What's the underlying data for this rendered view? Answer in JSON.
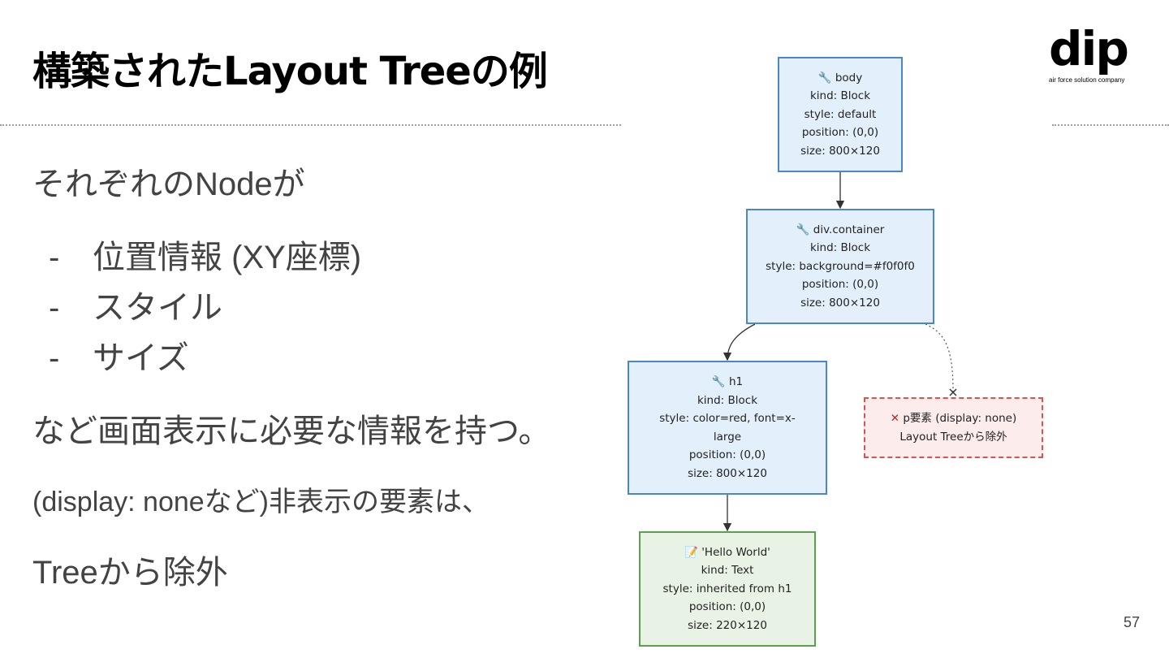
{
  "title": "構築されたLayout Treeの例",
  "logo": {
    "mark": "dip",
    "tagline": "air force solution company"
  },
  "content": {
    "intro": "それぞれのNodeが",
    "bullets": [
      "位置情報 (XY座標)",
      "スタイル",
      "サイズ"
    ],
    "conclusion": "など画面表示に必要な情報を持つ。",
    "note_line1": "(display: noneなど)非表示の要素は、",
    "note_line2": "Treeから除外"
  },
  "diagram": {
    "nodes": [
      {
        "id": "body",
        "type": "block",
        "icon": "wrench-icon",
        "lines": [
          "🔧 body",
          "kind: Block",
          "style: default",
          "position: (0,0)",
          "size: 800×120"
        ]
      },
      {
        "id": "div",
        "type": "block",
        "icon": "wrench-icon",
        "lines": [
          "🔧 div.container",
          "kind: Block",
          "style: background=#f0f0f0",
          "position: (0,0)",
          "size: 800×120"
        ]
      },
      {
        "id": "h1",
        "type": "block",
        "icon": "wrench-icon",
        "lines": [
          "🔧 h1",
          "kind: Block",
          "style: color=red, font=x-",
          "large",
          "position: (0,0)",
          "size: 800×120"
        ]
      },
      {
        "id": "text",
        "type": "text",
        "icon": "memo-icon",
        "lines": [
          "📝 'Hello World'",
          "kind: Text",
          "style: inherited from h1",
          "position: (0,0)",
          "size: 220×120"
        ]
      },
      {
        "id": "p",
        "type": "excluded",
        "icon": "cross-mark-icon",
        "mark": "✕",
        "lines": [
          "p要素 (display: none)",
          "Layout Treeから除外"
        ]
      }
    ],
    "edges": [
      {
        "from": "body",
        "to": "div",
        "style": "solid"
      },
      {
        "from": "div",
        "to": "h1",
        "style": "solid"
      },
      {
        "from": "h1",
        "to": "text",
        "style": "solid"
      },
      {
        "from": "div",
        "to": "p",
        "style": "dotted",
        "end": "cross"
      }
    ],
    "colors": {
      "block_fill": "#e3f0fb",
      "block_border": "#4a86c8",
      "text_fill": "#e8f3e5",
      "text_border": "#59a14f",
      "excluded_fill": "#fdecec",
      "excluded_border": "#d9534f"
    }
  },
  "page_number": "57"
}
